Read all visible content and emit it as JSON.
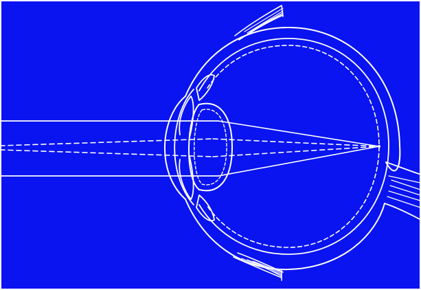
{
  "colors": {
    "background": "#0a14f0",
    "frame": "#ffffff",
    "line": "#ffffff"
  },
  "diagram": {
    "subject": "eye",
    "view": "horizontal-cross-section",
    "parts": [
      {
        "name": "sclera-outer-wall",
        "style": "solid"
      },
      {
        "name": "choroid",
        "style": "solid"
      },
      {
        "name": "retina",
        "style": "dashed"
      },
      {
        "name": "cornea",
        "style": "solid"
      },
      {
        "name": "anterior-chamber",
        "style": "solid"
      },
      {
        "name": "iris-upper",
        "style": "solid"
      },
      {
        "name": "iris-lower",
        "style": "solid"
      },
      {
        "name": "ciliary-body-upper",
        "style": "solid"
      },
      {
        "name": "ciliary-body-lower",
        "style": "solid"
      },
      {
        "name": "lens",
        "style": "solid"
      },
      {
        "name": "lens-capsule-dashed",
        "style": "dashed"
      },
      {
        "name": "optic-nerve",
        "style": "solid"
      },
      {
        "name": "muscle-upper",
        "style": "hatched"
      },
      {
        "name": "muscle-lower",
        "style": "hatched"
      }
    ],
    "rays": [
      {
        "name": "ray-upper-solid",
        "style": "solid"
      },
      {
        "name": "ray-lower-solid",
        "style": "solid"
      },
      {
        "name": "ray-upper-dashed",
        "style": "dashed"
      },
      {
        "name": "ray-lower-dashed",
        "style": "dashed"
      }
    ],
    "focal_point": "retina"
  }
}
